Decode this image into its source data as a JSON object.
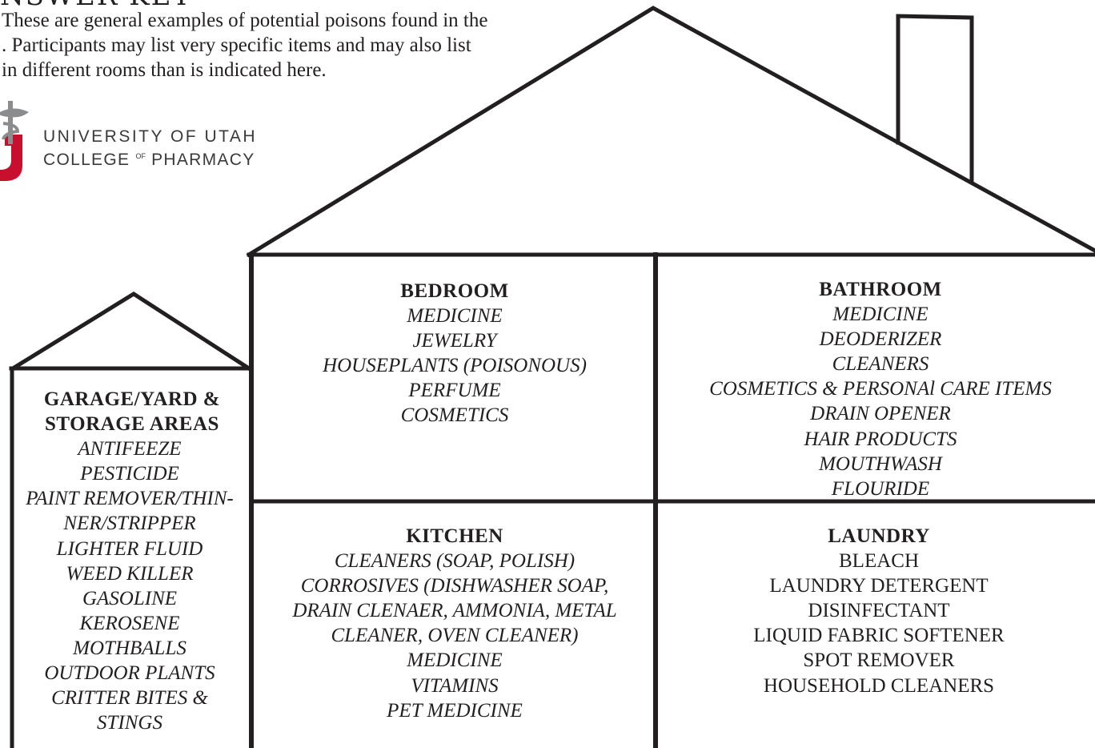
{
  "header": {
    "heading": "NSWER KEY",
    "intro_lines": [
      "These are general examples of potential poisons found in the",
      ". Participants may list very specific items and may also list",
      "in different rooms than is indicated here."
    ]
  },
  "logo": {
    "line1": "UNIVERSITY OF UTAH",
    "line2_a": "COLLEGE",
    "line2_of": "OF",
    "line2_b": "PHARMACY",
    "colors": {
      "red": "#c8102e",
      "gray": "#8a8c8e"
    }
  },
  "rooms": {
    "bedroom": {
      "title": "BEDROOM",
      "items": [
        "MEDICINE",
        "JEWELRY",
        "HOUSEPLANTS (POISONOUS)",
        "PERFUME",
        "COSMETICS"
      ]
    },
    "bathroom": {
      "title": "BATHROOM",
      "items": [
        "MEDICINE",
        "DEODERIZER",
        "CLEANERS",
        "COSMETICS & PERSONAl CARE ITEMS",
        "DRAIN OPENER",
        "HAIR PRODUCTS",
        "MOUTHWASH",
        "FLOURIDE"
      ]
    },
    "kitchen": {
      "title": "KITCHEN",
      "items": [
        "CLEANERS (SOAP, POLISH)",
        "CORROSIVES (DISHWASHER SOAP,",
        "DRAIN CLENAER, AMMONIA, METAL",
        "CLEANER, OVEN CLEANER)",
        "MEDICINE",
        "VITAMINS",
        "PET MEDICINE"
      ]
    },
    "laundry": {
      "title": "LAUNDRY",
      "items": [
        "BLEACH",
        "LAUNDRY DETERGENT",
        "DISINFECTANT",
        "LIQUID FABRIC SOFTENER",
        "SPOT REMOVER",
        "HOUSEHOLD CLEANERS"
      ]
    },
    "garage": {
      "title_lines": [
        "GARAGE/YARD &",
        "STORAGE AREAS"
      ],
      "items": [
        "ANTIFEEZE",
        "PESTICIDE",
        "PAINT REMOVER/THIN-",
        "NER/STRIPPER",
        "LIGHTER FLUID",
        "WEED KILLER",
        "GASOLINE",
        "KEROSENE",
        "MOTHBALLS",
        "OUTDOOR PLANTS",
        "CRITTER BITES &",
        "STINGS"
      ]
    }
  }
}
